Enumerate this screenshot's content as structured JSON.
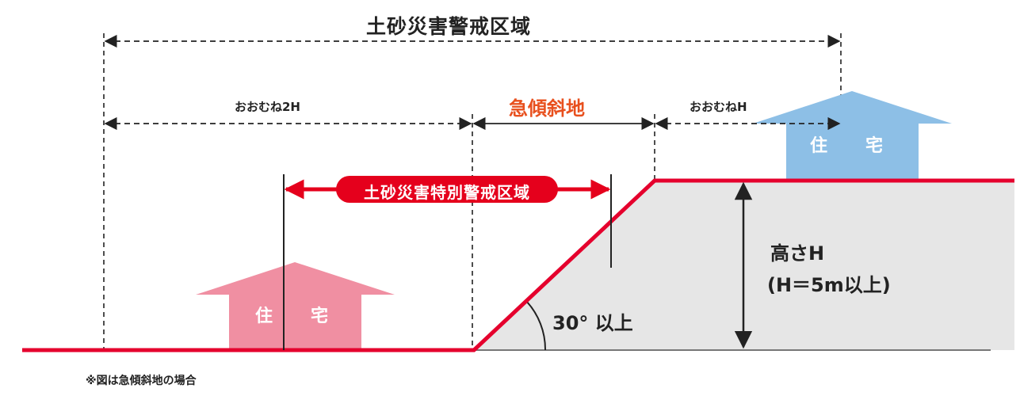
{
  "title": "土砂災害警戒区域",
  "distance_2h": "おおむね2H",
  "distance_h": "おおむねH",
  "steep_slope": "急傾斜地",
  "special_zone": "土砂災害特別警戒区域",
  "height_label": "高さH",
  "height_condition": "(H＝5m以上)",
  "angle_label": "30° 以上",
  "house_left": {
    "char1": "住",
    "char2": "宅"
  },
  "house_right": {
    "char1": "住",
    "char2": "宅"
  },
  "note": "※図は急傾斜地の場合",
  "colors": {
    "ground_line": "#e5002d",
    "slope_fill": "#e6e6e6",
    "house_left": "#f08fa2",
    "house_right": "#8dbfe6",
    "badge": "#e5001c",
    "steep_label": "#e8501e",
    "dash_line": "#222222"
  }
}
